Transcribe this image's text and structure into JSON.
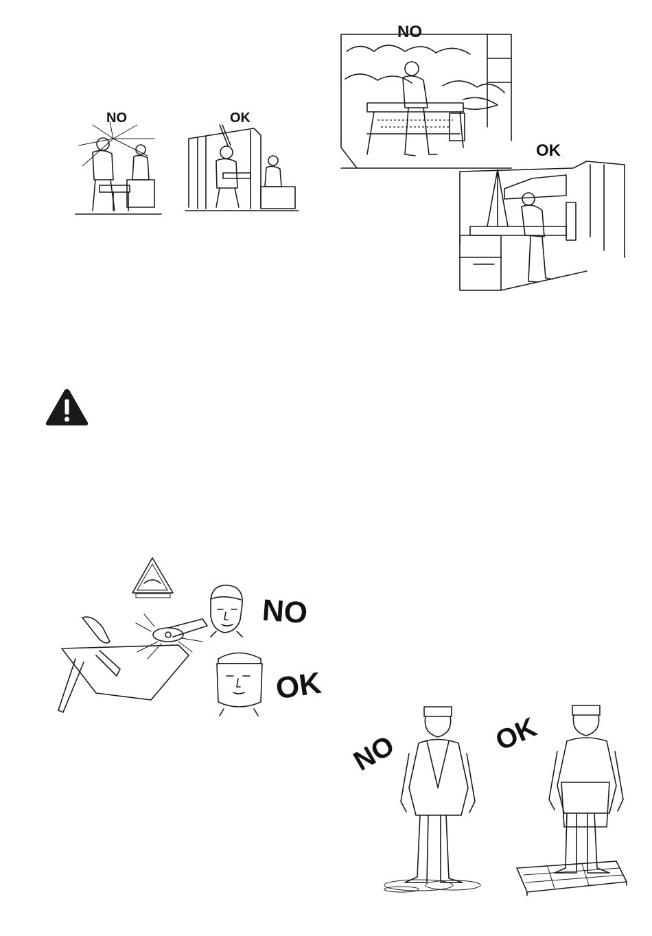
{
  "labels": {
    "screen_no": "NO",
    "screen_ok": "OK",
    "fumes_no": "NO",
    "fumes_ok": "OK",
    "grinding_no": "NO",
    "grinding_ok": "OK",
    "floor_no": "NO",
    "floor_ok": "OK"
  },
  "icons": {
    "warning": "warning-triangle-icon",
    "eye_protection_sign": "eye-protection-sign-icon"
  },
  "colors": {
    "ink": "#111111",
    "paper": "#ffffff"
  }
}
